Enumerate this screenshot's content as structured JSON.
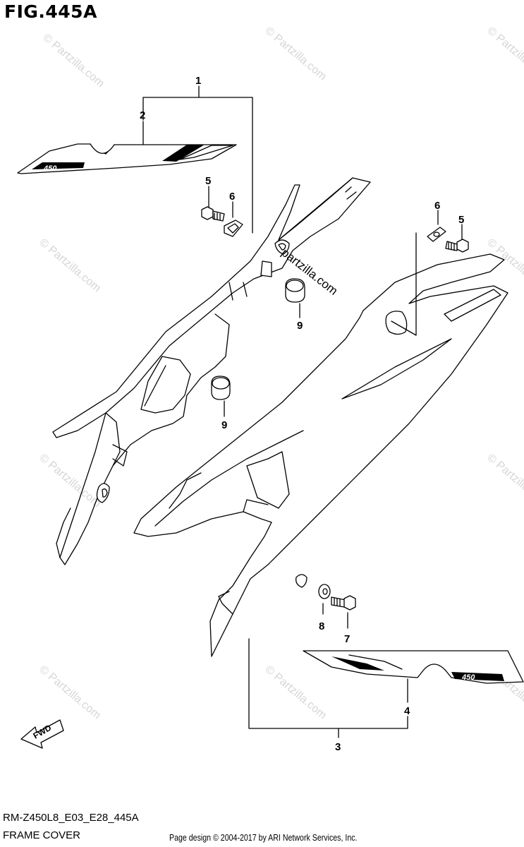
{
  "figure": {
    "title": "FIG.445A",
    "code": "RM-Z450L8_E03_E28_445A",
    "name": "FRAME COVER"
  },
  "footer": {
    "text": "Page design © 2004-2017 by ARI Network Services, Inc."
  },
  "watermark": {
    "text": "© Partzilla.com",
    "center_text": "partzilla.com"
  },
  "emblem": {
    "text": "450"
  },
  "fwd_arrow": {
    "label": "FWD"
  },
  "callouts": [
    "1",
    "2",
    "3",
    "4",
    "5",
    "5",
    "6",
    "6",
    "7",
    "8",
    "9",
    "9"
  ]
}
